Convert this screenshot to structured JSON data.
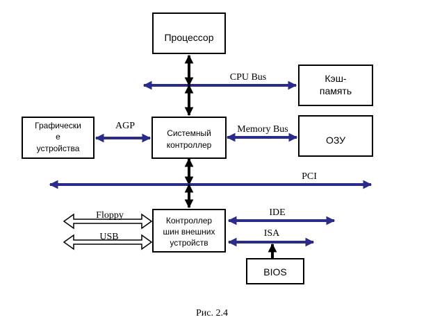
{
  "nodes": {
    "cpu": "Процессор",
    "cache": [
      "Кэш-",
      "память"
    ],
    "graphics": [
      "Графически",
      "е",
      "устройства"
    ],
    "system_controller": [
      "Системный",
      "контроллер"
    ],
    "ram": "ОЗУ",
    "io_controller": [
      "Контроллер",
      "шин внешних",
      "устройств"
    ],
    "bios": "BIOS"
  },
  "buses": {
    "cpu_bus": "CPU Bus",
    "agp": "AGP",
    "memory_bus": "Memory Bus",
    "pci": "PCI",
    "floppy": "Floppy",
    "usb": "USB",
    "ide": "IDE",
    "isa": "ISA"
  },
  "caption": "Рис. 2.4",
  "colors": {
    "bus": "#2b2b8a",
    "link": "#000000"
  }
}
